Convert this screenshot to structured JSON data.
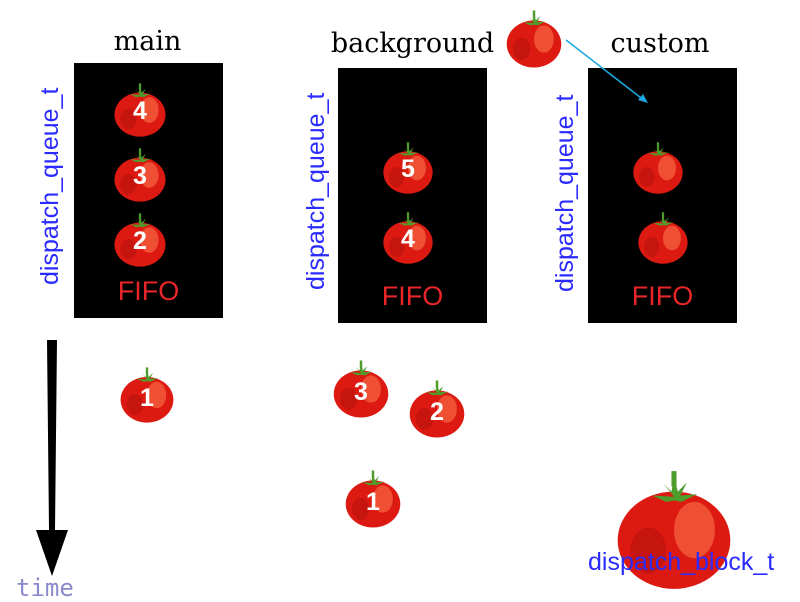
{
  "colors": {
    "tomato": "#dd1a12",
    "tomato_light": "#f25a3a",
    "stem": "#4e9c2c",
    "queue_bg": "#000000",
    "fifo_text": "#e8262a",
    "label_blue": "#2b2bff",
    "arrow": "#1ea9e0",
    "time_text": "#8a8acc"
  },
  "queues": [
    {
      "title": "main",
      "type_label": "dispatch_queue_t",
      "order_label": "FIFO",
      "items": [
        "4",
        "3",
        "2"
      ]
    },
    {
      "title": "background",
      "type_label": "dispatch_queue_t",
      "order_label": "FIFO",
      "items": [
        "5",
        "4"
      ]
    },
    {
      "title": "custom",
      "type_label": "dispatch_queue_t",
      "order_label": "FIFO",
      "items": [
        "",
        ""
      ]
    }
  ],
  "executing": {
    "main": [
      "1"
    ],
    "background": [
      "3",
      "2",
      "1"
    ]
  },
  "time_label": "time",
  "block_label": "dispatch_block_t",
  "icons": {
    "task": "tomato-icon",
    "time_arrow": "arrow-down-icon",
    "enqueue_arrow": "arrow-icon"
  }
}
